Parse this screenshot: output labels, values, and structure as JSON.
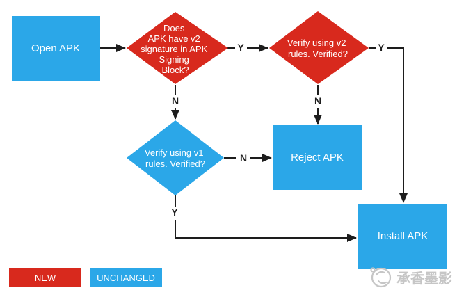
{
  "colors": {
    "new": "#d8291d",
    "unchanged": "#2ba7e8",
    "arrow": "#1d1d1d",
    "node_text": "#ffffff",
    "watermark": "#c6c6c6",
    "background": "#ffffff"
  },
  "diagram": {
    "nodes": {
      "open_apk": {
        "label": "Open APK",
        "type": "process",
        "status": "unchanged"
      },
      "has_v2_signature": {
        "type": "decision",
        "status": "new",
        "lines": [
          "Does",
          "APK have v2",
          "signature in APK",
          "Signing",
          "Block?"
        ]
      },
      "verify_v2": {
        "type": "decision",
        "status": "new",
        "lines": [
          "Verify using v2",
          "rules. Verified?"
        ]
      },
      "verify_v1": {
        "type": "decision",
        "status": "unchanged",
        "lines": [
          "Verify using v1",
          "rules. Verified?"
        ]
      },
      "reject_apk": {
        "label": "Reject APK",
        "type": "process",
        "status": "unchanged"
      },
      "install_apk": {
        "label": "Install APK",
        "type": "process",
        "status": "unchanged"
      }
    },
    "edge_labels": {
      "has_v2_yes": "Y",
      "has_v2_no": "N",
      "verify_v2_yes": "Y",
      "verify_v2_no": "N",
      "verify_v1_no": "N",
      "verify_v1_yes": "Y"
    }
  },
  "legend": {
    "new_label": "NEW",
    "unchanged_label": "UNCHANGED"
  },
  "watermark": {
    "text": "承香墨影"
  }
}
